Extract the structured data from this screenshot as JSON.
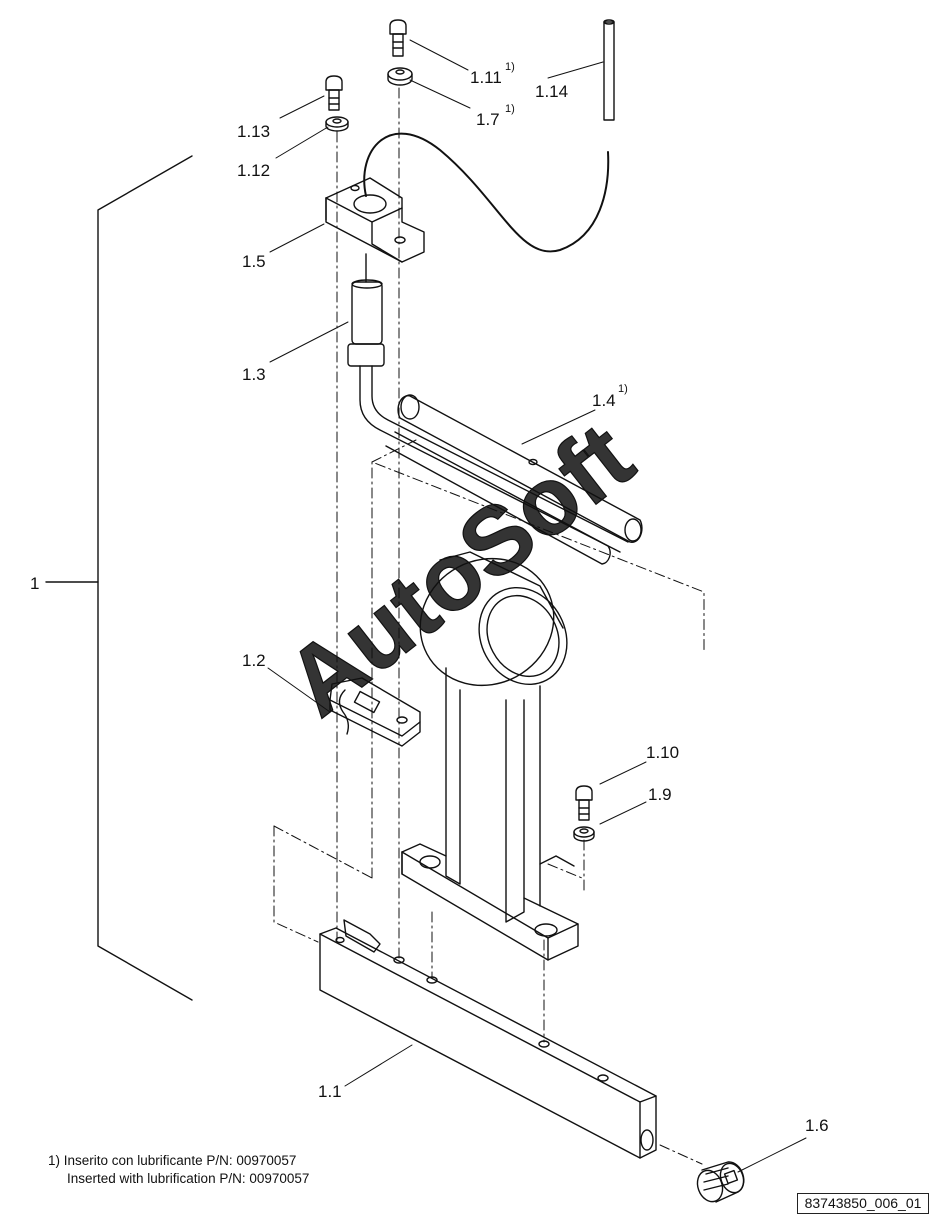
{
  "callouts": {
    "assembly": "1",
    "p1_1": "1.1",
    "p1_2": "1.2",
    "p1_3": "1.3",
    "p1_4": "1.4",
    "p1_5": "1.5",
    "p1_6": "1.6",
    "p1_7": "1.7",
    "p1_9": "1.9",
    "p1_10": "1.10",
    "p1_11": "1.11",
    "p1_12": "1.12",
    "p1_13": "1.13",
    "p1_14": "1.14",
    "footnote_mark": "1)"
  },
  "footnote": {
    "line1": "1) Inserito con lubrificante P/N: 00970057",
    "line2": "Inserted with lubrification P/N: 00970057"
  },
  "drawing_number": "83743850_006_01",
  "watermark": "AutoSoft",
  "colors": {
    "line": "#111111",
    "watermark": "#ffffff"
  }
}
